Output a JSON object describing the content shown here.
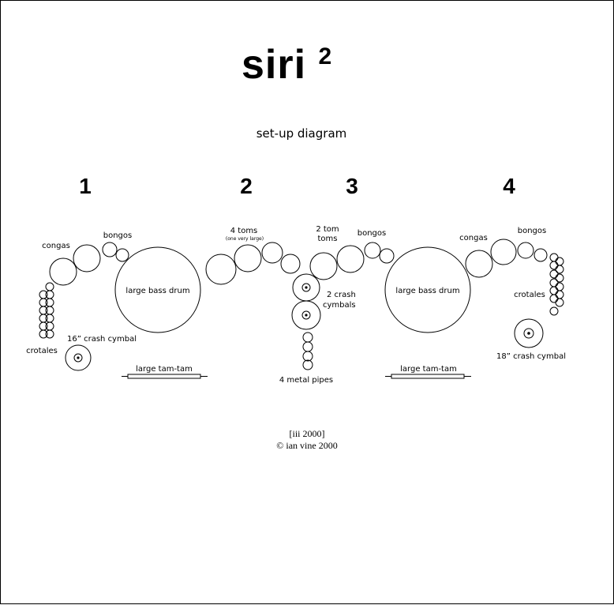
{
  "title": {
    "main": "siri",
    "superscript": "2"
  },
  "subtitle": "set-up diagram",
  "player_numbers": [
    "1",
    "2",
    "3",
    "4"
  ],
  "labels": {
    "congas": "congas",
    "bongos": "bongos",
    "large_bass_drum": "large bass drum",
    "four_toms": "4 toms",
    "one_very_large": "(one very large)",
    "two_tom_toms_line1": "2 tom",
    "two_tom_toms_line2": "toms",
    "two_crash_line1": "2 crash",
    "two_crash_line2": "cymbals",
    "crotales": "crotales",
    "crash_16": "16” crash cymbal",
    "crash_18": "18” crash cymbal",
    "large_tam_tam": "large tam-tam",
    "metal_pipes": "4 metal pipes"
  },
  "footer": {
    "date": "[iii 2000]",
    "copyright": "© ian vine 2000"
  }
}
